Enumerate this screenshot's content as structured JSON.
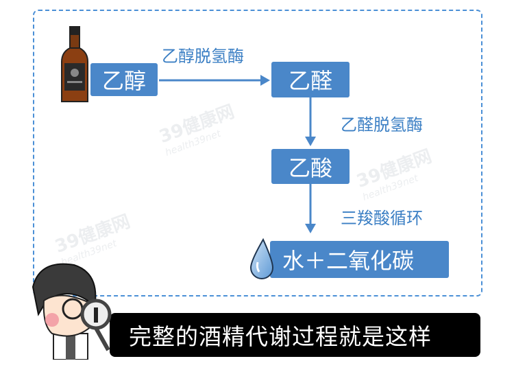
{
  "diagram": {
    "nodes": {
      "ethanol": "乙醇",
      "acetaldehyde": "乙醛",
      "acetic_acid": "乙酸",
      "products": "水＋二氧化碳"
    },
    "edges": {
      "ethanol_to_acetaldehyde": "乙醇脱氢酶",
      "acetaldehyde_to_acetic_acid": "乙醛脱氢酶",
      "acetic_acid_to_products": "三羧酸循环"
    }
  },
  "caption": "完整的酒精代谢过程就是这样",
  "watermark": {
    "logo": "39健康网",
    "url": "health39net"
  },
  "colors": {
    "box": "#4a87c9",
    "frame": "#4a8fd6",
    "label": "#3b7fc4",
    "banner": "#000000"
  }
}
